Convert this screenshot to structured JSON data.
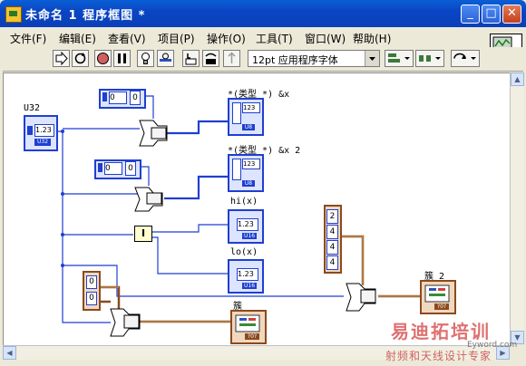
{
  "window": {
    "title": "未命名 1 程序框图 *",
    "minimize_label": "_",
    "maximize_label": "□",
    "close_label": "✕"
  },
  "menu": [
    {
      "label": "文件(F)"
    },
    {
      "label": "编辑(E)"
    },
    {
      "label": "查看(V)"
    },
    {
      "label": "项目(P)"
    },
    {
      "label": "操作(O)"
    },
    {
      "label": "工具(T)"
    },
    {
      "label": "窗口(W)"
    },
    {
      "label": "帮助(H)"
    }
  ],
  "toolbar": {
    "font_select": "12pt 应用程序字体"
  },
  "diagram": {
    "labels": {
      "u32": "U32",
      "type_cast_1": "*(类型 *) &x",
      "type_cast_2": "*(类型 *) &x 2",
      "hi": "hi(x)",
      "lo": "lo(x)",
      "cluster": "簇",
      "cluster2": "簇 2"
    },
    "u32_value": "1.23",
    "u32_type": "U32",
    "const_1_a": "0",
    "const_1_b": "0",
    "const_2_a": "0",
    "const_2_b": "0",
    "array_values": [
      "2",
      "4",
      "4",
      "4"
    ],
    "bool_consts": [
      "0",
      "0"
    ],
    "out_u8_value": "123",
    "out_u8_type": "U8",
    "hi_value": "1.23",
    "hi_type": "U16",
    "lo_value": "1.23",
    "lo_type": "U16",
    "cluster_type": "?0?",
    "split_label": "I"
  },
  "watermark": {
    "line1": "易迪拓培训",
    "line2": "射频和天线设计专家",
    "line3": "Eyword.com"
  },
  "colors": {
    "blue_wire": "#1f3fd0",
    "cluster_wire": "#8c4a1c",
    "titlebar": "#0a46c4"
  }
}
